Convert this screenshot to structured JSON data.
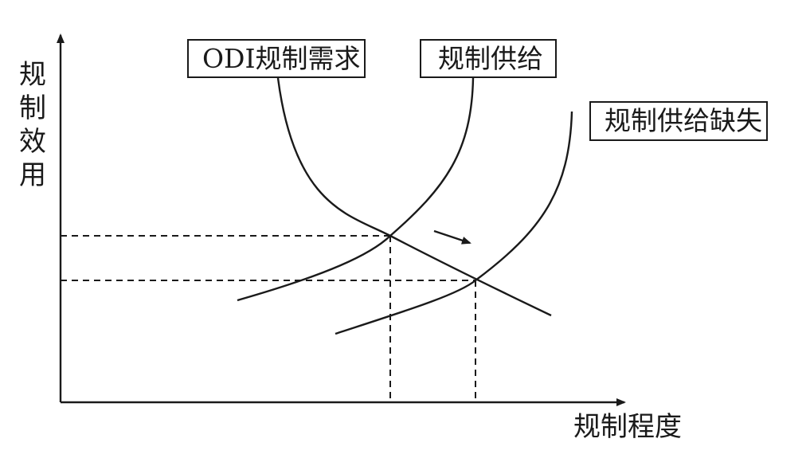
{
  "labels": {
    "demand": "ODI规制需求",
    "supply": "规制供给",
    "supply_deficit": "规制供给缺失"
  },
  "axes": {
    "y_label_chars": [
      "规",
      "制",
      "效",
      "用"
    ],
    "x_label": "规制程度"
  }
}
